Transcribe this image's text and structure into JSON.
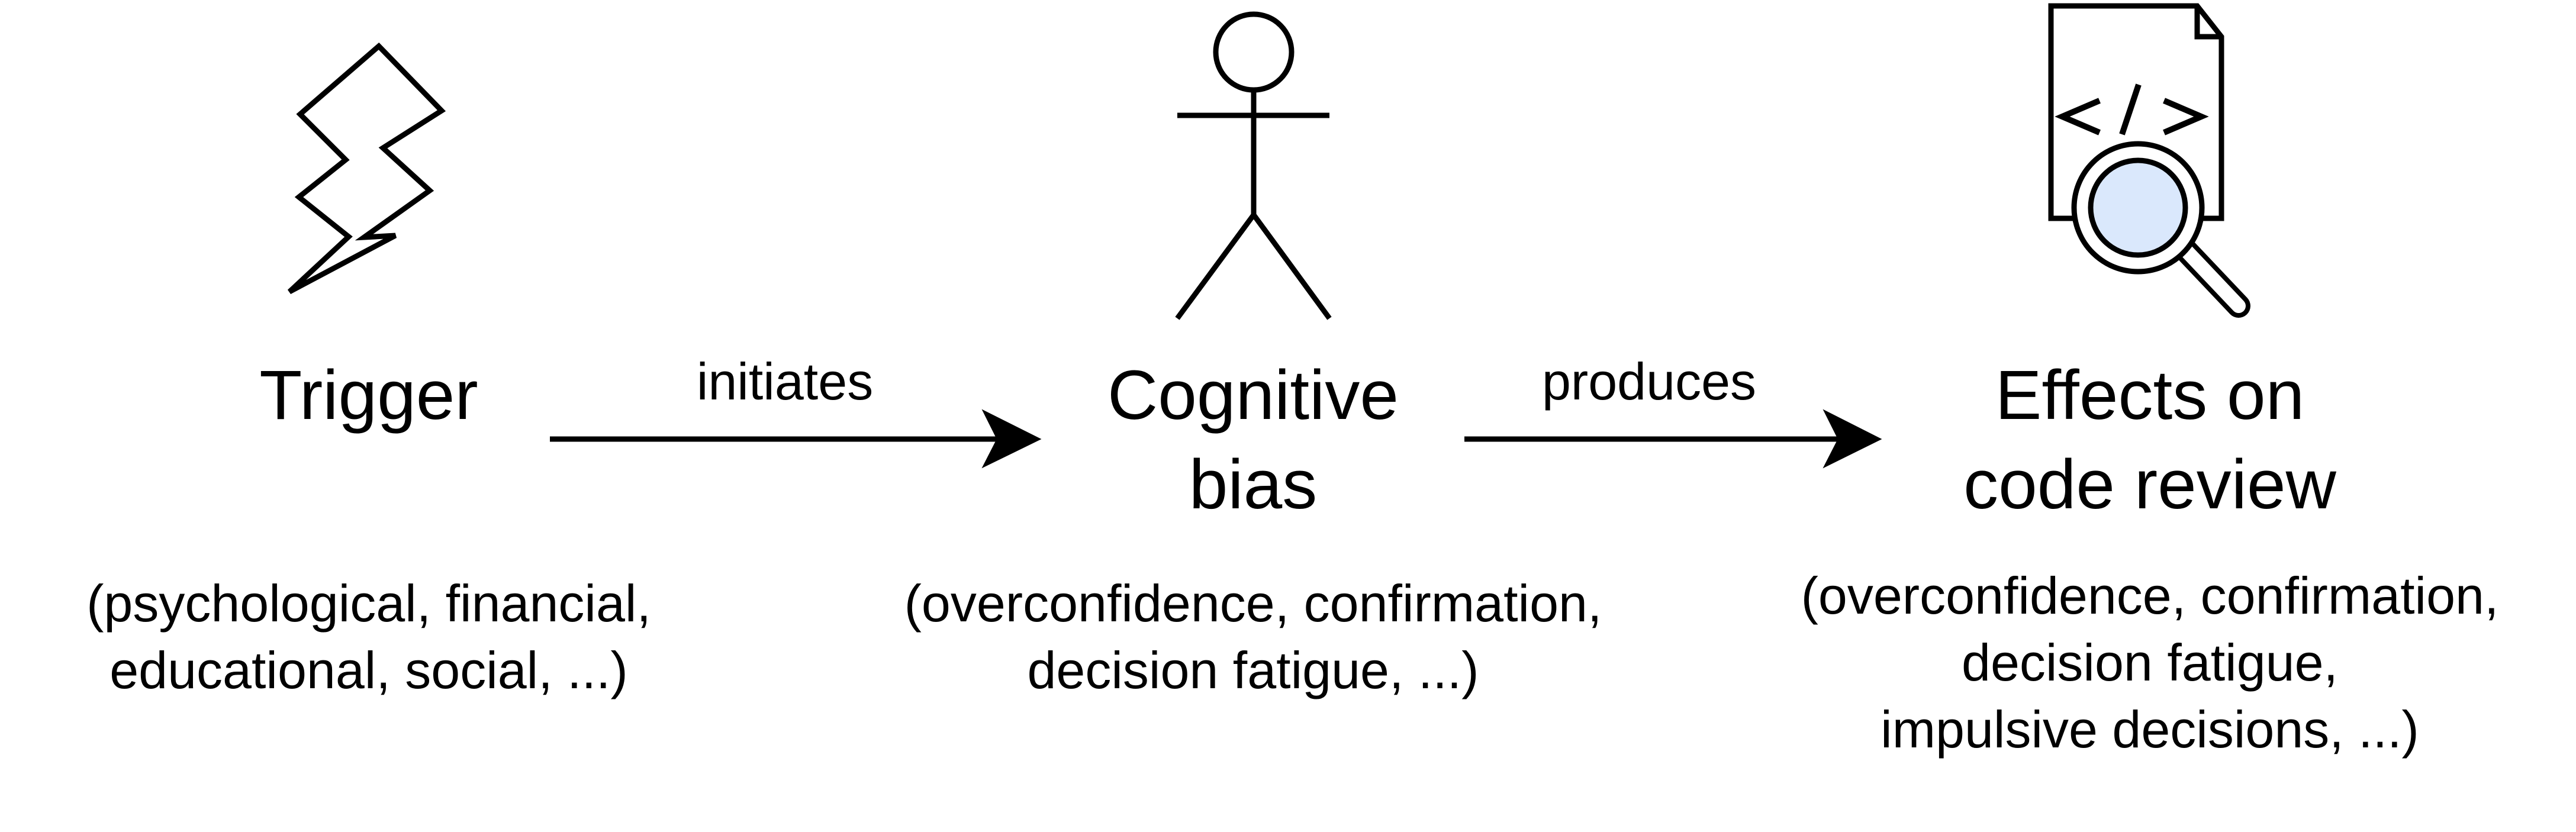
{
  "nodes": {
    "trigger": {
      "title": "Trigger",
      "examples": [
        "(psychological, financial,",
        "educational, social, ...)"
      ],
      "icon": "lightning-bolt-icon"
    },
    "bias": {
      "title": [
        "Cognitive",
        "bias"
      ],
      "examples": [
        "(overconfidence, confirmation,",
        "decision fatigue, ...)"
      ],
      "icon": "stick-figure-person-icon"
    },
    "effects": {
      "title": [
        "Effects on",
        "code review"
      ],
      "examples": [
        "(overconfidence, confirmation,",
        "decision fatigue,",
        "impulsive decisions, ...)"
      ],
      "icon": "code-document-magnifier-icon"
    }
  },
  "edges": {
    "initiates": {
      "label": "initiates"
    },
    "produces": {
      "label": "produces"
    }
  },
  "colors": {
    "stroke": "#000000",
    "lens_fill": "#dae8fc",
    "background": "#ffffff"
  }
}
